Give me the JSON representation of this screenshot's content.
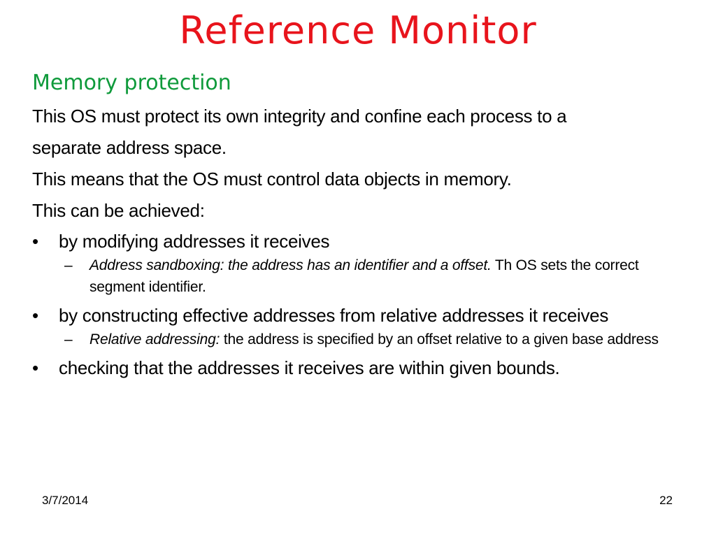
{
  "slide": {
    "title": "Reference Monitor",
    "subheading": "Memory protection",
    "paragraphs": [
      "This OS must protect its own integrity and confine each process to a",
      "separate address space.",
      "This means that the OS must control data objects in memory.",
      "This can be achieved:"
    ],
    "bullets": [
      {
        "mark": "•",
        "text": "by modifying addresses it receives",
        "sub": {
          "dash": "–",
          "italic": "Address sandboxing: the address has an identifier and a offset.",
          "rest": " Th OS sets the correct segment identifier."
        }
      },
      {
        "mark": "•",
        "text": "by constructing effective addresses from relative addresses it receives",
        "sub": {
          "dash": "–",
          "italic": "Relative addressing:",
          "rest": " the address is specified by an offset relative to a given base address"
        }
      },
      {
        "mark": "•",
        "text": "checking that the addresses it receives are within given bounds."
      }
    ],
    "footer": {
      "date": "3/7/2014",
      "page": "22"
    },
    "colors": {
      "title": "#e8141c",
      "subheading": "#0f9a3b",
      "body": "#000000",
      "background": "#ffffff"
    }
  }
}
